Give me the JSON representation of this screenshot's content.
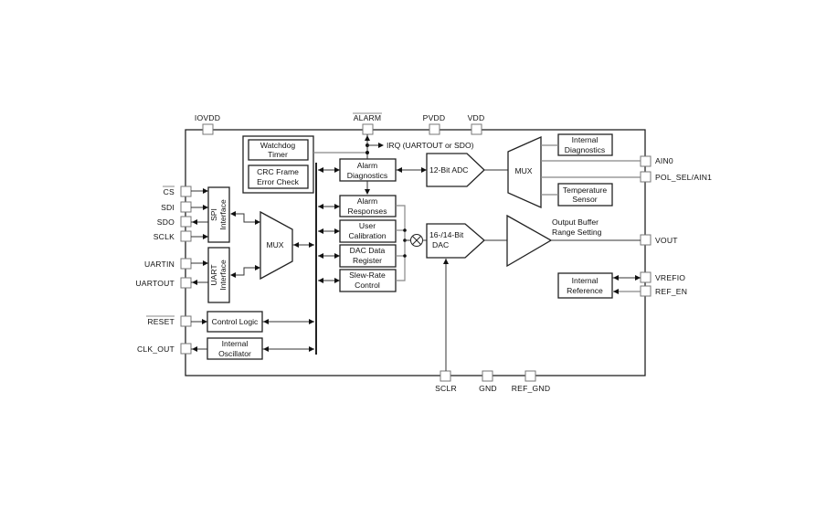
{
  "diagram": {
    "type": "block-diagram",
    "pins": {
      "top": [
        "IOVDD",
        "ALARM",
        "PVDD",
        "VDD"
      ],
      "left": [
        "CS",
        "SDI",
        "SDO",
        "SCLK",
        "UARTIN",
        "UARTOUT",
        "RESET",
        "CLK_OUT"
      ],
      "right": [
        "AIN0",
        "POL_SEL/AIN1",
        "VOUT",
        "VREFIO",
        "REF_EN"
      ],
      "bottom": [
        "SCLR",
        "GND",
        "REF_GND"
      ]
    },
    "overbar_pins": [
      "ALARM",
      "CS",
      "RESET"
    ],
    "blocks": {
      "watchdog": [
        "Watchdog",
        "Timer"
      ],
      "crc": [
        "CRC Frame",
        "Error Check"
      ],
      "spi": [
        "SPI",
        "Interface"
      ],
      "uart": [
        "UART",
        "Interface"
      ],
      "mux_left": "MUX",
      "control_logic": "Control Logic",
      "oscillator": [
        "Internal",
        "Oscillator"
      ],
      "alarm_diag": [
        "Alarm",
        "Diagnostics"
      ],
      "alarm_resp": [
        "Alarm",
        "Responses"
      ],
      "user_cal": [
        "User",
        "Calibration"
      ],
      "dac_reg": [
        "DAC Data",
        "Register"
      ],
      "slew": [
        "Slew-Rate",
        "Control"
      ],
      "adc": "12-Bit ADC",
      "dac": [
        "16-/14-Bit",
        "DAC"
      ],
      "mux_right": "MUX",
      "int_diag": [
        "Internal",
        "Diagnostics"
      ],
      "temp": [
        "Temperature",
        "Sensor"
      ],
      "buffer_label": [
        "Output Buffer",
        "Range Setting"
      ],
      "int_ref": [
        "Internal",
        "Reference"
      ]
    },
    "irq_label": "IRQ (UARTOUT or SDO)"
  }
}
